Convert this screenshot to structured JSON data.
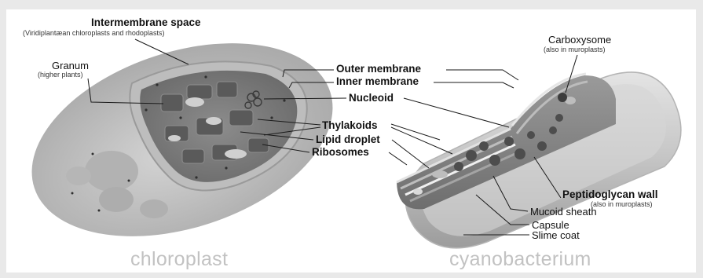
{
  "labels": {
    "intermembrane_space": "Intermembrane space",
    "intermembrane_space_note": "(Viridiplantæan chloroplasts and rhodoplasts)",
    "granum": "Granum",
    "granum_note": "(higher plants)",
    "outer_membrane": "Outer membrane",
    "inner_membrane": "Inner membrane",
    "nucleoid": "Nucleoid",
    "thylakoids": "Thylakoids",
    "lipid_droplet": "Lipid droplet",
    "ribosomes": "Ribosomes",
    "carboxysome": "Carboxysome",
    "carboxysome_note": "(also in muroplasts)",
    "peptidoglycan_wall": "Peptidoglycan wall",
    "peptidoglycan_wall_note": "(also in muroplasts)",
    "mucoid_sheath": "Mucoid sheath",
    "capsule": "Capsule",
    "slime_coat": "Slime coat"
  },
  "captions": {
    "left": "chloroplast",
    "right": "cyanobacterium"
  }
}
